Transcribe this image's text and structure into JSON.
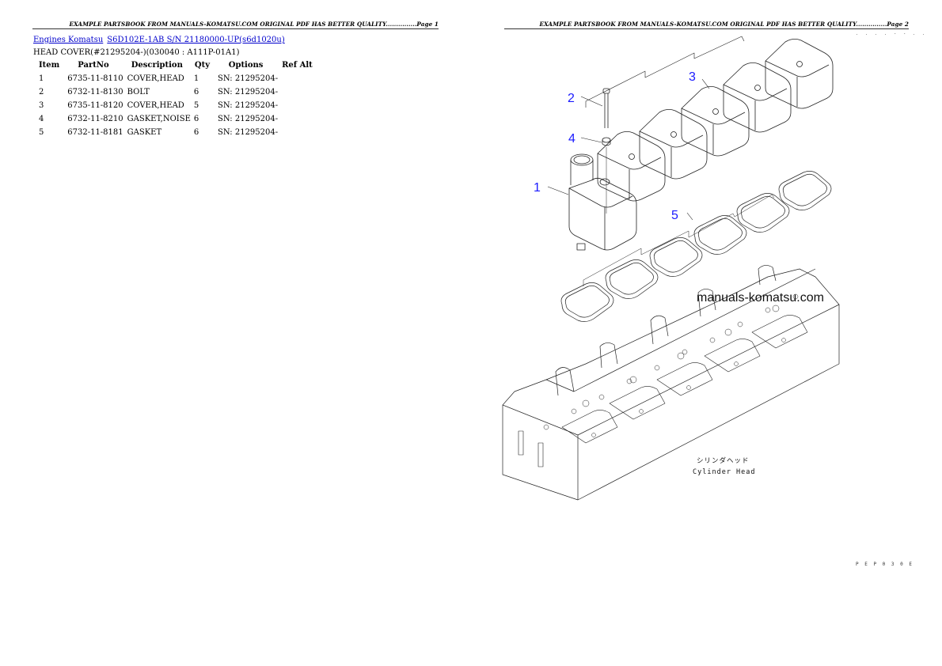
{
  "pages": [
    {
      "header": "EXAMPLE PARTSBOOK FROM MANUALS-KOMATSU.COM ORIGINAL PDF HAS BETTER QUALITY...............Page 1",
      "breadcrumb": [
        {
          "label": "Engines Komatsu"
        },
        {
          "label": "S6D102E-1AB S/N 21180000-UP(s6d1020u)"
        }
      ],
      "subtitle": "HEAD COVER(#21295204-)(030040 : A111P-01A1)",
      "table": {
        "columns": [
          "Item",
          "PartNo",
          "Description",
          "Qty",
          "Options",
          "Ref Alt"
        ],
        "rows": [
          {
            "item": "1",
            "partno": "6735-11-8110",
            "description": "COVER,HEAD",
            "qty": "1",
            "options": "SN: 21295204-",
            "refalt": ""
          },
          {
            "item": "2",
            "partno": "6732-11-8130",
            "description": "BOLT",
            "qty": "6",
            "options": "SN: 21295204-",
            "refalt": ""
          },
          {
            "item": "3",
            "partno": "6735-11-8120",
            "description": "COVER,HEAD",
            "qty": "5",
            "options": "SN: 21295204-",
            "refalt": ""
          },
          {
            "item": "4",
            "partno": "6732-11-8210",
            "description": "GASKET,NOISE",
            "qty": "6",
            "options": "SN: 21295204-",
            "refalt": ""
          },
          {
            "item": "5",
            "partno": "6732-11-8181",
            "description": "GASKET",
            "qty": "6",
            "options": "SN: 21295204-",
            "refalt": ""
          }
        ]
      }
    },
    {
      "header": "EXAMPLE PARTSBOOK FROM MANUALS-KOMATSU.COM ORIGINAL PDF HAS BETTER QUALITY...............Page 2",
      "diagram": {
        "callouts": [
          "1",
          "2",
          "3",
          "4",
          "5"
        ],
        "watermark": "manuals-komatsu.com",
        "label_jp": "シリンダヘッド",
        "label_en": "Cylinder Head",
        "top_code": ". . . . - - . .",
        "bottom_code": "P E P 0 3 0 E",
        "callout_color": "#1a1aff"
      }
    }
  ]
}
